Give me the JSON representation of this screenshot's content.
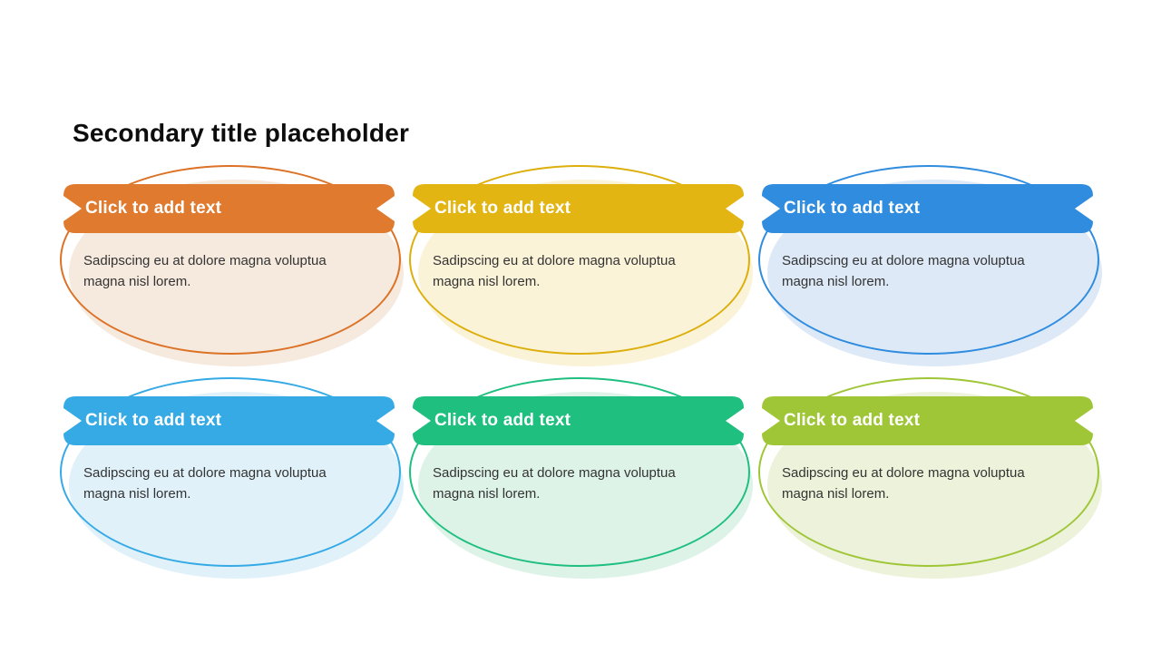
{
  "title": "Secondary title placeholder",
  "ribbon_text_color": "#FFFFFF",
  "body_text_color": "#333333",
  "cards": [
    {
      "id": "orange",
      "ribbon_label": "Click to add text",
      "body_text": "Sadipscing eu at dolore magna voluptua magna nisl lorem.",
      "ribbon_color": "#DF7A2E",
      "stroke_color": "#DC7226",
      "fill_color": "#F6E9DE"
    },
    {
      "id": "gold",
      "ribbon_label": "Click to add text",
      "body_text": "Sadipscing eu at dolore magna voluptua magna nisl lorem.",
      "ribbon_color": "#E2B512",
      "stroke_color": "#DCAF0C",
      "fill_color": "#FBF3D8"
    },
    {
      "id": "blue",
      "ribbon_label": "Click to add text",
      "body_text": "Sadipscing eu at dolore magna voluptua magna nisl lorem.",
      "ribbon_color": "#2F8CDE",
      "stroke_color": "#2F8CDE",
      "fill_color": "#DDE9F7"
    },
    {
      "id": "sky-blue",
      "ribbon_label": "Click to add text",
      "body_text": "Sadipscing eu at dolore magna voluptua magna nisl lorem.",
      "ribbon_color": "#35AAE5",
      "stroke_color": "#35AAE5",
      "fill_color": "#E0F1FA"
    },
    {
      "id": "green",
      "ribbon_label": "Click to add text",
      "body_text": "Sadipscing eu at dolore magna voluptua magna nisl lorem.",
      "ribbon_color": "#1FBF80",
      "stroke_color": "#1FBF80",
      "fill_color": "#DEF3E8"
    },
    {
      "id": "yellow-green",
      "ribbon_label": "Click to add text",
      "body_text": "Sadipscing eu at dolore magna voluptua magna nisl lorem.",
      "ribbon_color": "#9FC637",
      "stroke_color": "#9FC637",
      "fill_color": "#EDF2DA"
    }
  ]
}
